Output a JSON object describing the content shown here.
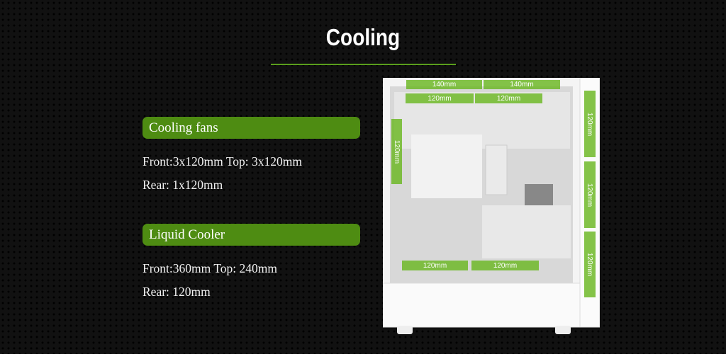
{
  "title": "Cooling",
  "sections": [
    {
      "heading": "Cooling fans",
      "lines": [
        "Front:3x120mm Top: 3x120mm",
        "Rear: 1x120mm"
      ]
    },
    {
      "heading": "Liquid Cooler",
      "lines": [
        "Front:360mm Top: 240mm",
        "Rear: 120mm"
      ]
    }
  ],
  "case_labels": {
    "top_140": [
      "140mm",
      "140mm"
    ],
    "top_120": [
      "120mm",
      "120mm"
    ],
    "rear": "120mm",
    "front": [
      "120mm",
      "120mm",
      "120mm"
    ],
    "bottom": [
      "120mm",
      "120mm"
    ]
  },
  "colors": {
    "accent": "#4e8c12",
    "label": "#6eb928"
  }
}
